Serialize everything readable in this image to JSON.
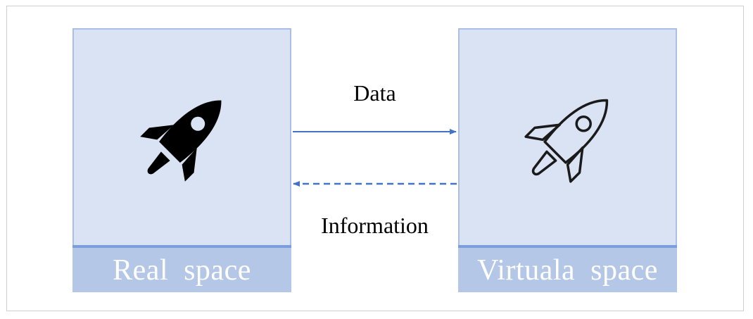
{
  "diagram": {
    "left_panel": {
      "label": "Real  space",
      "icon": "rocket-filled-icon"
    },
    "right_panel": {
      "label": "Virtuala  space",
      "icon": "rocket-outline-icon"
    },
    "flows": [
      {
        "label": "Data",
        "direction": "left-to-right",
        "style": "solid"
      },
      {
        "label": "Information",
        "direction": "right-to-left",
        "style": "dashed"
      }
    ],
    "colors": {
      "panel_fill": "#dae3f3",
      "panel_footer": "#b4c7e7",
      "arrow": "#4472c4",
      "label_text": "#ffffff"
    }
  }
}
